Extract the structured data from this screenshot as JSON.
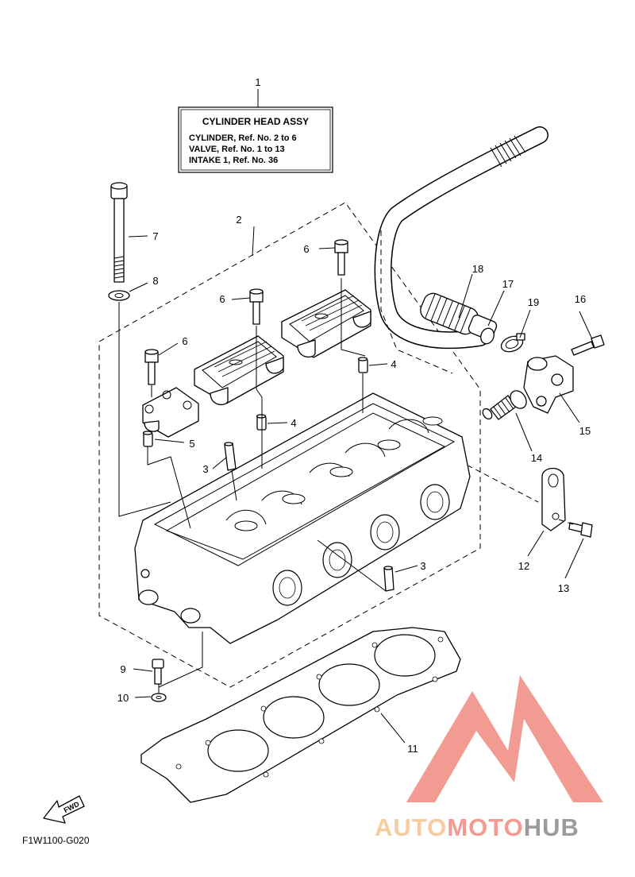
{
  "info_box": {
    "title": "CYLINDER HEAD ASSY",
    "lines": [
      "CYLINDER, Ref. No. 2 to 6",
      "VALVE,      Ref. No. 1 to 13",
      "INTAKE 1,   Ref. No. 36"
    ]
  },
  "callouts": {
    "c1": "1",
    "c2": "2",
    "c3a": "3",
    "c3b": "3",
    "c4a": "4",
    "c4b": "4",
    "c5": "5",
    "c6a": "6",
    "c6b": "6",
    "c6c": "6",
    "c7": "7",
    "c8": "8",
    "c9": "9",
    "c10": "10",
    "c11": "11",
    "c12": "12",
    "c13": "13",
    "c14": "14",
    "c15": "15",
    "c16": "16",
    "c17": "17",
    "c18": "18",
    "c19": "19"
  },
  "fwd_label": "FWD",
  "diagram_code": "F1W1100-G020",
  "watermark": {
    "part1": "AUTO",
    "part2": "MOTO",
    "part3": "HUB",
    "color_orange": "#f5c48e",
    "color_red": "#f08a80",
    "color_gray": "#8a8a8a"
  }
}
